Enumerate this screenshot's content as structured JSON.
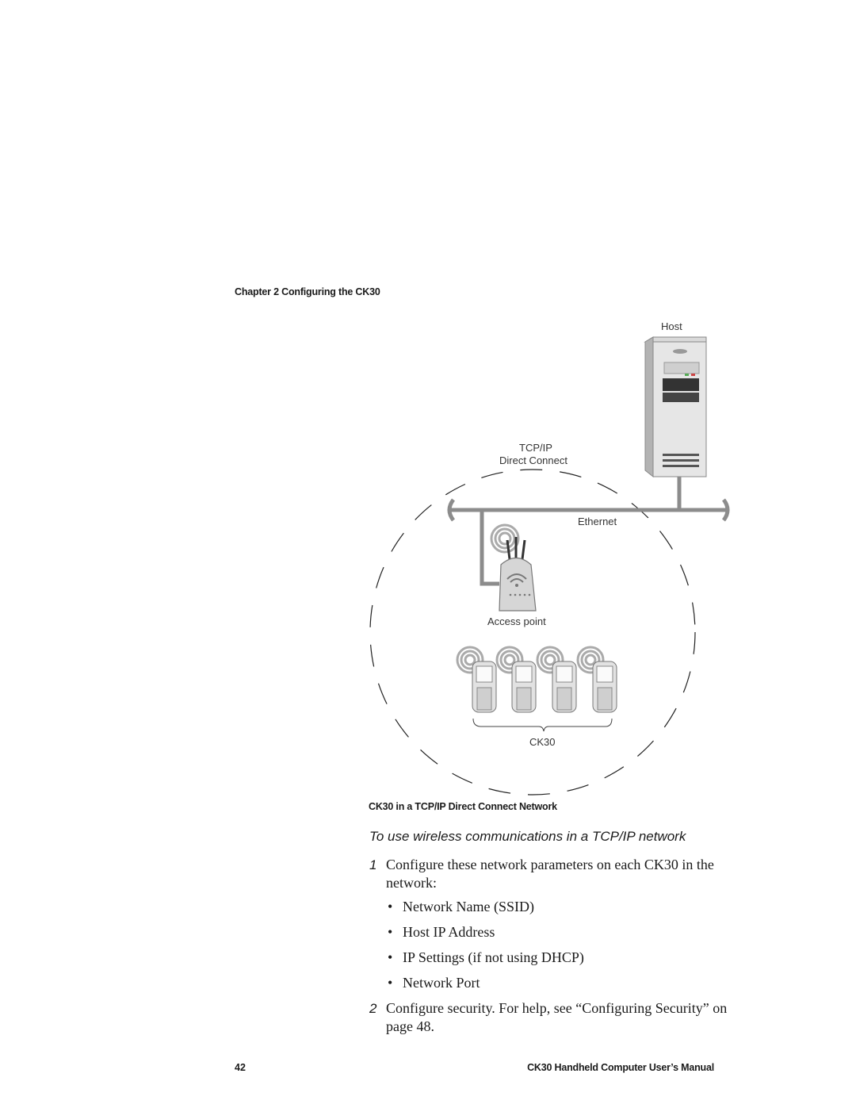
{
  "header": {
    "chapter": "Chapter 2 Configuring the CK30"
  },
  "diagram": {
    "host_label": "Host",
    "direct_connect_top": "TCP/IP",
    "direct_connect_label": "Direct Connect",
    "ethernet_label": "Ethernet",
    "access_point_label": "Access point",
    "ck30_group_label": "CK30",
    "caption": "CK30 in a TCP/IP Direct Connect Network"
  },
  "procedure": {
    "heading": "To use wireless communications in a TCP/IP network",
    "steps": [
      {
        "number": "1",
        "text": "Configure these network parameters on each CK30 in the network:"
      },
      {
        "number": "2",
        "text": "Configure security. For help, see “Configuring Security” on page 48."
      }
    ],
    "bullets": [
      "Network Name (SSID)",
      "Host IP Address",
      "IP Settings (if not using DHCP)",
      "Network Port"
    ]
  },
  "footer": {
    "page_number": "42",
    "manual_title": "CK30 Handheld Computer User’s Manual"
  }
}
